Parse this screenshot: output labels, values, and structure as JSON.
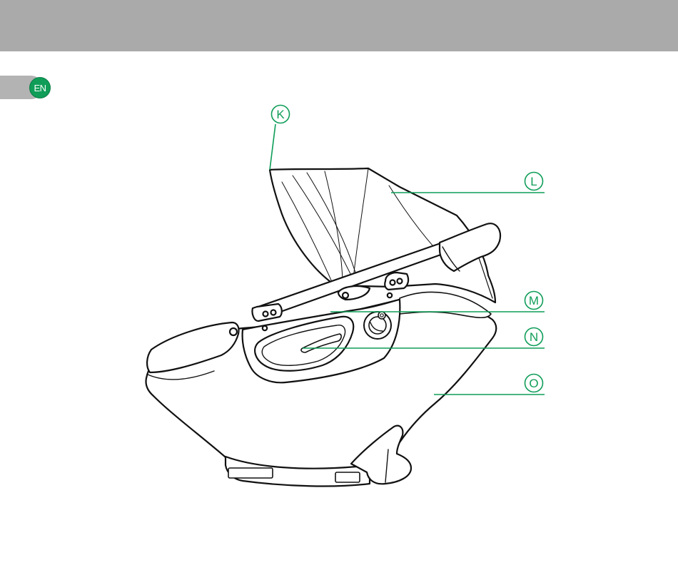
{
  "header": {
    "language_badge": "EN"
  },
  "colors": {
    "header_band": "#aaaaaa",
    "accent": "#0f9d58",
    "line_art": "#111111"
  },
  "diagram": {
    "subject": "infant-car-seat-side-view",
    "callouts": [
      {
        "id": "k",
        "label": "K"
      },
      {
        "id": "l",
        "label": "L"
      },
      {
        "id": "m",
        "label": "M"
      },
      {
        "id": "n",
        "label": "N"
      },
      {
        "id": "o",
        "label": "O"
      }
    ]
  }
}
